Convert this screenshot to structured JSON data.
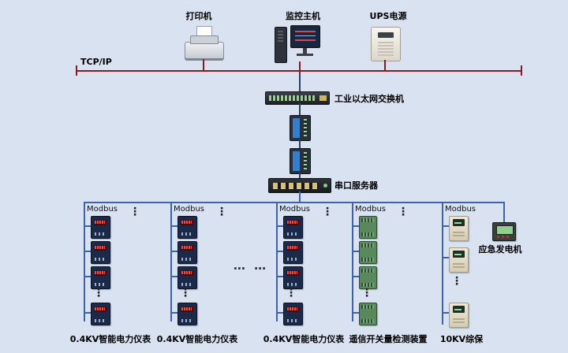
{
  "colors": {
    "background": "#d8e2f0",
    "tcpip_bus": "#8c1a1f",
    "modbus_bus": "#3f63aa"
  },
  "tcpip": {
    "label": "TCP/IP"
  },
  "top_devices": {
    "printer": "打印机",
    "monitor": "监控主机",
    "ups": "UPS电源"
  },
  "backbone": {
    "switch_label": "工业以太网交换机",
    "serial_server_label": "串口服务器"
  },
  "modbus_label": "Modbus",
  "branches": [
    {
      "label": "0.4KV智能电力仪表",
      "type": "meter",
      "count": 4
    },
    {
      "label": "0.4KV智能电力仪表",
      "type": "meter",
      "count": 4
    },
    {
      "label": "0.4KV智能电力仪表",
      "type": "meter",
      "count": 4
    },
    {
      "label": "遥信开关量检测装置",
      "type": "io",
      "count": 4
    },
    {
      "label": "10KV综保",
      "type": "relay",
      "count": 3
    }
  ],
  "generator": {
    "label": "应急发电机"
  },
  "ellipsis_vertical": "⋮",
  "ellipsis_horizontal": "… …"
}
